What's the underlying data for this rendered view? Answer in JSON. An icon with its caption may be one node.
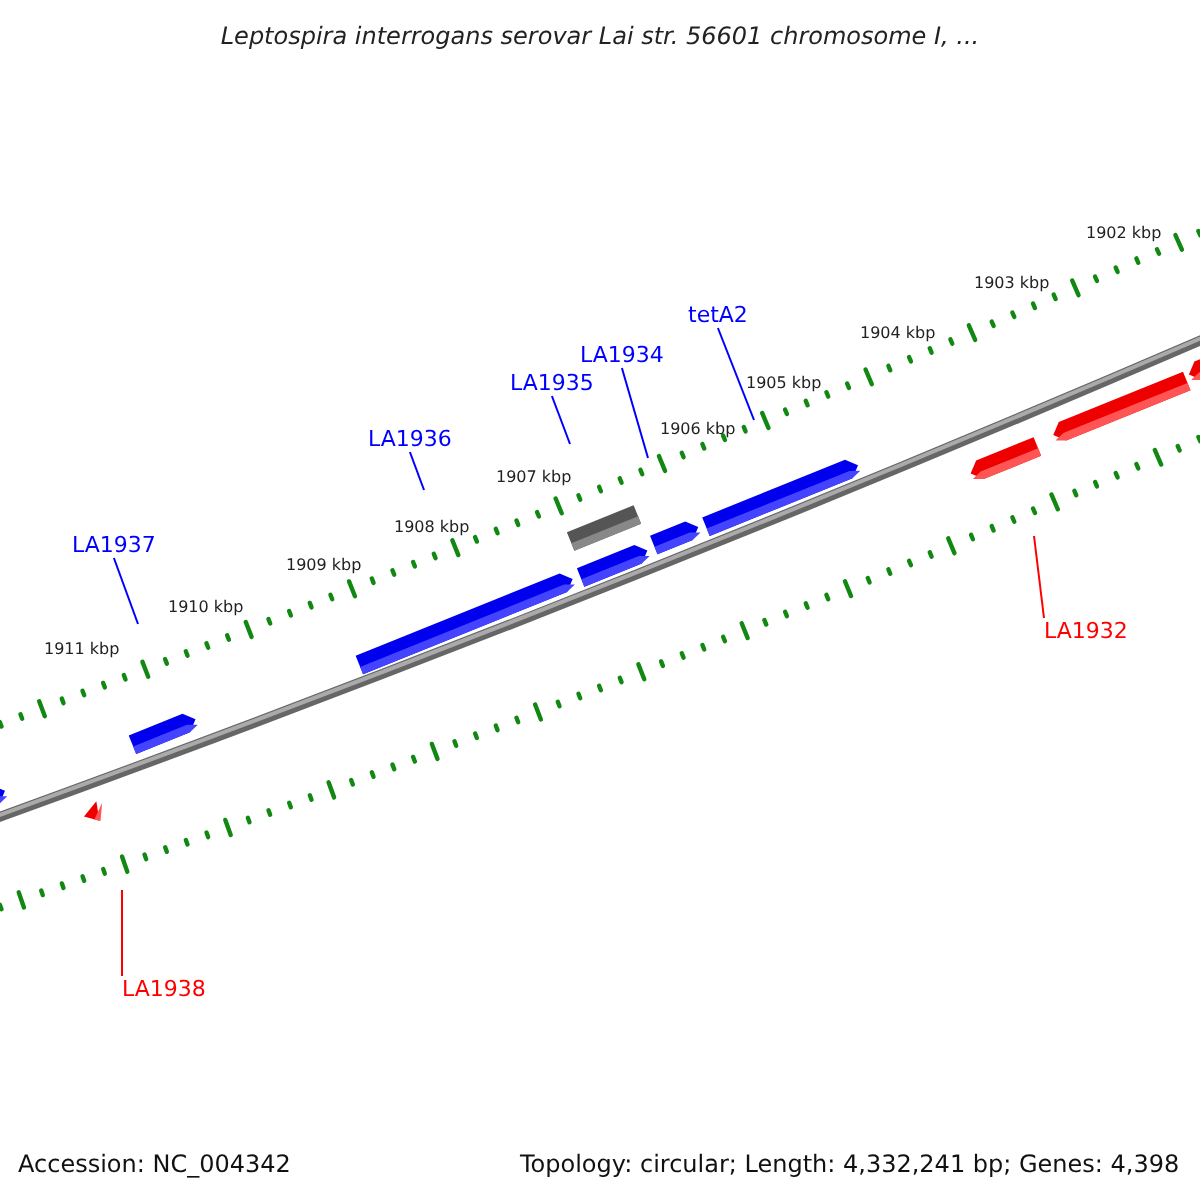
{
  "diagram": {
    "title": "Leptospira interrogans serovar Lai str. 56601 chromosome I, ...",
    "nodes": [
      {
        "text": [
          "tetA2"
        ]
      },
      {
        "text": [
          "LA1934"
        ]
      },
      {
        "text": [
          "LA1935"
        ]
      },
      {
        "text": [
          "LA1936"
        ]
      },
      {
        "text": [
          "LA1937"
        ]
      },
      {
        "text": [
          "LA1932"
        ]
      },
      {
        "text": [
          "LA1938"
        ]
      }
    ],
    "edges": [
      {
        "from": 0,
        "to": null,
        "arrow": "none"
      },
      {
        "from": 1,
        "to": null,
        "arrow": "none"
      },
      {
        "from": 2,
        "to": null,
        "arrow": "none"
      },
      {
        "from": 3,
        "to": null,
        "arrow": "none"
      },
      {
        "from": 4,
        "to": null,
        "arrow": "none"
      },
      {
        "from": 5,
        "to": null,
        "arrow": "none",
        "color": "#ff0000"
      },
      {
        "from": 6,
        "to": null,
        "arrow": "none",
        "color": "#ff0000"
      }
    ],
    "labels": [
      "1902 kbp",
      "1903 kbp",
      "1904 kbp",
      "1905 kbp",
      "1906 kbp",
      "1907 kbp",
      "1908 kbp",
      "1909 kbp",
      "1910 kbp",
      "1911 kbp",
      "Accession: NC_004342",
      "Topology: circular; Length: 4,332,241 bp; Genes: 4,398"
    ]
  }
}
